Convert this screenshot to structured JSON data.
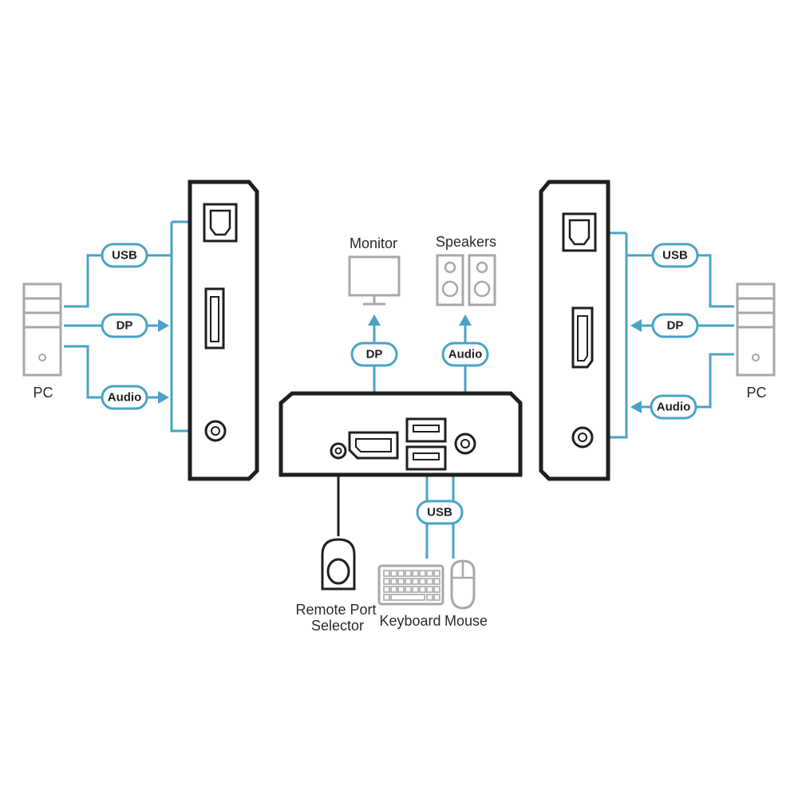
{
  "labels": {
    "pc_left": "PC",
    "pc_right": "PC",
    "monitor": "Monitor",
    "speakers": "Speakers",
    "remote_line1": "Remote Port",
    "remote_line2": "Selector",
    "keyboard": "Keyboard",
    "mouse": "Mouse"
  },
  "connectors": {
    "usb": "USB",
    "dp": "DP",
    "audio": "Audio"
  },
  "colors": {
    "cable": "#4aa3c6",
    "device_outline": "#1f1f1f",
    "peripheral": "#a8a8a8"
  }
}
